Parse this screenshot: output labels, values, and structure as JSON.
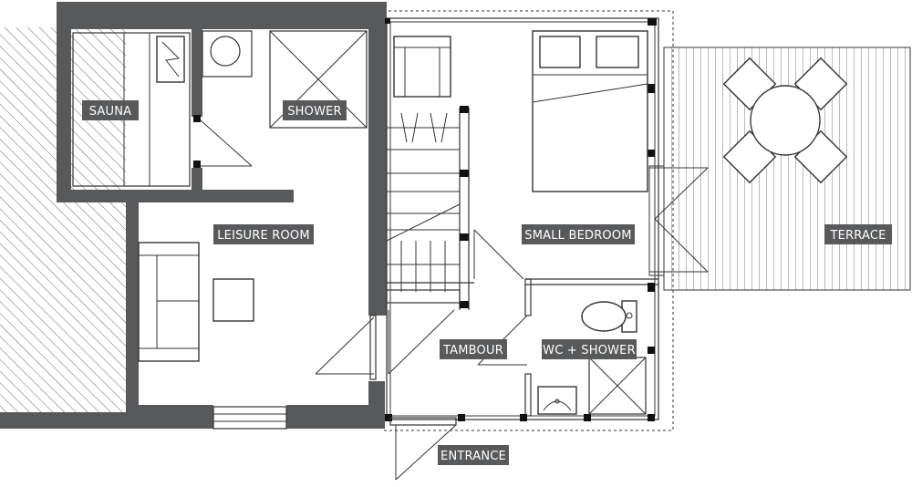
{
  "rooms": {
    "sauna": "SAUNA",
    "shower": "SHOWER",
    "leisure_room": "LEISURE ROOM",
    "small_bedroom": "SMALL BEDROOM",
    "terrace": "TERRACE",
    "tambour": "TAMBOUR",
    "wc_shower": "WC + SHOWER",
    "entrance": "ENTRANCE"
  },
  "colors": {
    "wall": "#58595b",
    "label_background": "#58595b",
    "label_text": "#ffffff",
    "line": "#333333"
  }
}
